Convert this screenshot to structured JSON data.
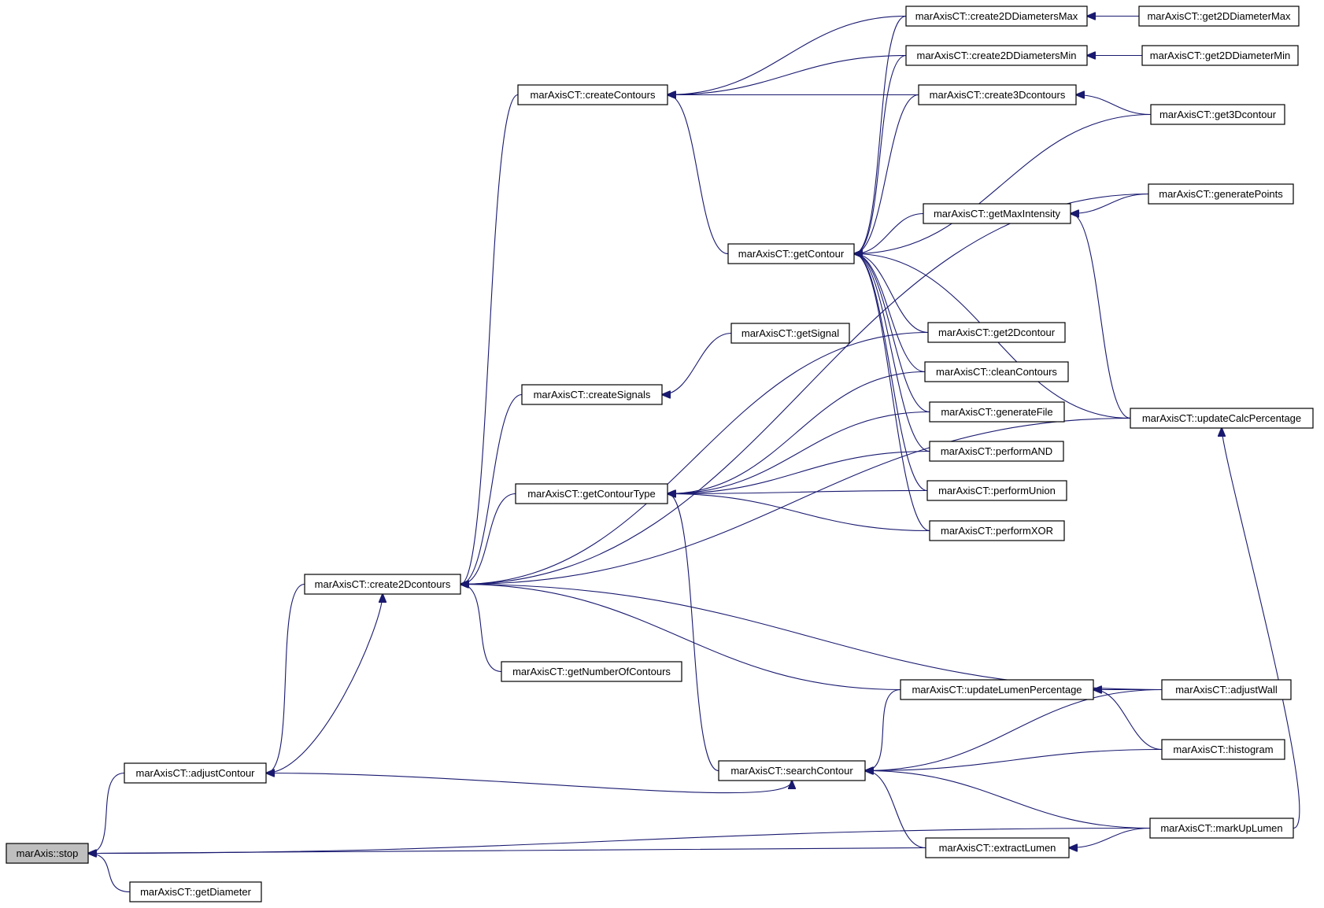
{
  "graph": {
    "edge_color": "#191970",
    "root_fill": "#bfbfbf",
    "nodes": [
      {
        "id": "stop",
        "label": "marAxis::stop",
        "root": true
      },
      {
        "id": "getDiameter",
        "label": "marAxisCT::getDiameter"
      },
      {
        "id": "adjustContour",
        "label": "marAxisCT::adjustContour"
      },
      {
        "id": "create2Dcontours",
        "label": "marAxisCT::create2Dcontours"
      },
      {
        "id": "createContours",
        "label": "marAxisCT::createContours"
      },
      {
        "id": "createSignals",
        "label": "marAxisCT::createSignals"
      },
      {
        "id": "getContourType",
        "label": "marAxisCT::getContourType"
      },
      {
        "id": "getNumberOfContours",
        "label": "marAxisCT::getNumberOfContours"
      },
      {
        "id": "searchContour",
        "label": "marAxisCT::searchContour"
      },
      {
        "id": "getContour",
        "label": "marAxisCT::getContour"
      },
      {
        "id": "getSignal",
        "label": "marAxisCT::getSignal"
      },
      {
        "id": "create2DDiametersMax",
        "label": "marAxisCT::create2DDiametersMax"
      },
      {
        "id": "create2DDiametersMin",
        "label": "marAxisCT::create2DDiametersMin"
      },
      {
        "id": "create3Dcontours",
        "label": "marAxisCT::create3Dcontours"
      },
      {
        "id": "getMaxIntensity",
        "label": "marAxisCT::getMaxIntensity"
      },
      {
        "id": "get2Dcontour",
        "label": "marAxisCT::get2Dcontour"
      },
      {
        "id": "cleanContours",
        "label": "marAxisCT::cleanContours"
      },
      {
        "id": "generateFile",
        "label": "marAxisCT::generateFile"
      },
      {
        "id": "performAND",
        "label": "marAxisCT::performAND"
      },
      {
        "id": "performUnion",
        "label": "marAxisCT::performUnion"
      },
      {
        "id": "performXOR",
        "label": "marAxisCT::performXOR"
      },
      {
        "id": "updateLumenPercentage",
        "label": "marAxisCT::updateLumenPercentage"
      },
      {
        "id": "extractLumen",
        "label": "marAxisCT::extractLumen"
      },
      {
        "id": "get2DDiameterMax",
        "label": "marAxisCT::get2DDiameterMax"
      },
      {
        "id": "get2DDiameterMin",
        "label": "marAxisCT::get2DDiameterMin"
      },
      {
        "id": "get3Dcontour",
        "label": "marAxisCT::get3Dcontour"
      },
      {
        "id": "generatePoints",
        "label": "marAxisCT::generatePoints"
      },
      {
        "id": "updateCalcPercentage",
        "label": "marAxisCT::updateCalcPercentage"
      },
      {
        "id": "adjustWall",
        "label": "marAxisCT::adjustWall"
      },
      {
        "id": "histogram",
        "label": "marAxisCT::histogram"
      },
      {
        "id": "markUpLumen",
        "label": "marAxisCT::markUpLumen"
      }
    ],
    "edges": [
      {
        "from": "adjustContour",
        "to": "stop"
      },
      {
        "from": "getDiameter",
        "to": "stop"
      },
      {
        "from": "extractLumen",
        "to": "stop"
      },
      {
        "from": "markUpLumen",
        "to": "stop"
      },
      {
        "from": "create2Dcontours",
        "to": "adjustContour"
      },
      {
        "from": "adjustContour",
        "to": "create2Dcontours"
      },
      {
        "from": "createContours",
        "to": "create2Dcontours"
      },
      {
        "from": "createSignals",
        "to": "create2Dcontours"
      },
      {
        "from": "getContourType",
        "to": "create2Dcontours"
      },
      {
        "from": "getNumberOfContours",
        "to": "create2Dcontours"
      },
      {
        "from": "get2Dcontour",
        "to": "create2Dcontours"
      },
      {
        "from": "generatePoints",
        "to": "create2Dcontours"
      },
      {
        "from": "updateLumenPercentage",
        "to": "create2Dcontours"
      },
      {
        "from": "updateCalcPercentage",
        "to": "create2Dcontours"
      },
      {
        "from": "adjustWall",
        "to": "create2Dcontours"
      },
      {
        "from": "create2DDiametersMax",
        "to": "createContours"
      },
      {
        "from": "create2DDiametersMin",
        "to": "createContours"
      },
      {
        "from": "create3Dcontours",
        "to": "createContours"
      },
      {
        "from": "getContour",
        "to": "createContours"
      },
      {
        "from": "getSignal",
        "to": "createSignals"
      },
      {
        "from": "cleanContours",
        "to": "getContourType"
      },
      {
        "from": "generateFile",
        "to": "getContourType"
      },
      {
        "from": "performAND",
        "to": "getContourType"
      },
      {
        "from": "performUnion",
        "to": "getContourType"
      },
      {
        "from": "performXOR",
        "to": "getContourType"
      },
      {
        "from": "searchContour",
        "to": "getContourType"
      },
      {
        "from": "adjustContour",
        "to": "searchContour"
      },
      {
        "from": "updateLumenPercentage",
        "to": "searchContour"
      },
      {
        "from": "extractLumen",
        "to": "searchContour"
      },
      {
        "from": "adjustWall",
        "to": "searchContour"
      },
      {
        "from": "histogram",
        "to": "searchContour"
      },
      {
        "from": "markUpLumen",
        "to": "searchContour"
      },
      {
        "from": "create2DDiametersMax",
        "to": "getContour"
      },
      {
        "from": "create2DDiametersMin",
        "to": "getContour"
      },
      {
        "from": "create3Dcontours",
        "to": "getContour"
      },
      {
        "from": "get3Dcontour",
        "to": "getContour"
      },
      {
        "from": "getMaxIntensity",
        "to": "getContour"
      },
      {
        "from": "get2Dcontour",
        "to": "getContour"
      },
      {
        "from": "cleanContours",
        "to": "getContour"
      },
      {
        "from": "generateFile",
        "to": "getContour"
      },
      {
        "from": "performAND",
        "to": "getContour"
      },
      {
        "from": "performUnion",
        "to": "getContour"
      },
      {
        "from": "performXOR",
        "to": "getContour"
      },
      {
        "from": "updateCalcPercentage",
        "to": "getContour"
      },
      {
        "from": "get2DDiameterMax",
        "to": "create2DDiametersMax"
      },
      {
        "from": "get2DDiameterMin",
        "to": "create2DDiametersMin"
      },
      {
        "from": "get3Dcontour",
        "to": "create3Dcontours"
      },
      {
        "from": "generatePoints",
        "to": "getMaxIntensity"
      },
      {
        "from": "updateCalcPercentage",
        "to": "getMaxIntensity"
      },
      {
        "from": "adjustWall",
        "to": "updateLumenPercentage"
      },
      {
        "from": "histogram",
        "to": "updateLumenPercentage"
      },
      {
        "from": "markUpLumen",
        "to": "updateCalcPercentage"
      },
      {
        "from": "markUpLumen",
        "to": "extractLumen"
      }
    ]
  }
}
